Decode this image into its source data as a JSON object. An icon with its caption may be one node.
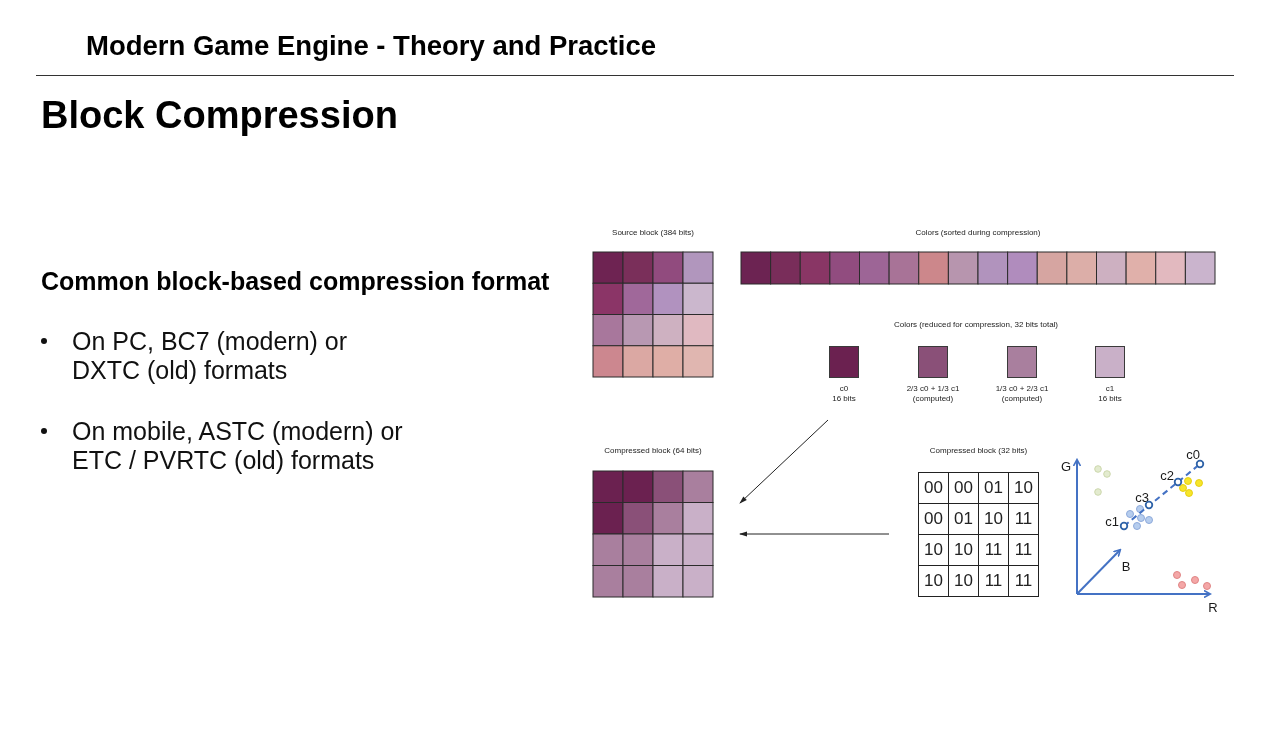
{
  "diagram": {
    "title": "Block Compression",
    "nodes": [
      {
        "text": [
          "Source block (384 bits)"
        ]
      },
      {
        "text": [
          "Colors (sorted during compression)"
        ]
      },
      {
        "text": [
          "Colors (reduced for compression, 32 bits total)"
        ]
      },
      {
        "text": [],
        "shape": "box",
        "in": 2,
        "beside": [
          "c0",
          "16 bits"
        ]
      },
      {
        "text": [],
        "shape": "box",
        "in": 2,
        "beside": [
          "2/3 c0 + 1/3 c1",
          "(computed)"
        ]
      },
      {
        "text": [],
        "shape": "box",
        "in": 2,
        "beside": [
          "1/3 c0 + 2/3 c1",
          "(computed)"
        ]
      },
      {
        "text": [],
        "shape": "box",
        "in": 2,
        "beside": [
          "c1",
          "16 bits"
        ]
      },
      {
        "text": [
          "Compressed block (64 bits)"
        ]
      },
      {
        "text": [
          "Compressed block (32 bits)",
          "00",
          "00",
          "01",
          "10",
          "00",
          "01",
          "10",
          "11",
          "10",
          "10",
          "11",
          "11",
          "10",
          "10",
          "11",
          "11"
        ]
      }
    ],
    "edges": [
      {
        "from": 2,
        "to": 7,
        "arrow": "to"
      },
      {
        "from": 8,
        "to": 7,
        "arrow": "to"
      }
    ],
    "labels": [
      "Modern Game Engine - Theory and Practice",
      "Common block-based compression format",
      "On PC, BC7 (modern) or DXTC (old) formats",
      "On mobile, ASTC (modern) or ETC / PVRTC (old) formats",
      "c0",
      "G",
      "c2",
      "c3",
      "c1",
      "B",
      "R"
    ]
  }
}
